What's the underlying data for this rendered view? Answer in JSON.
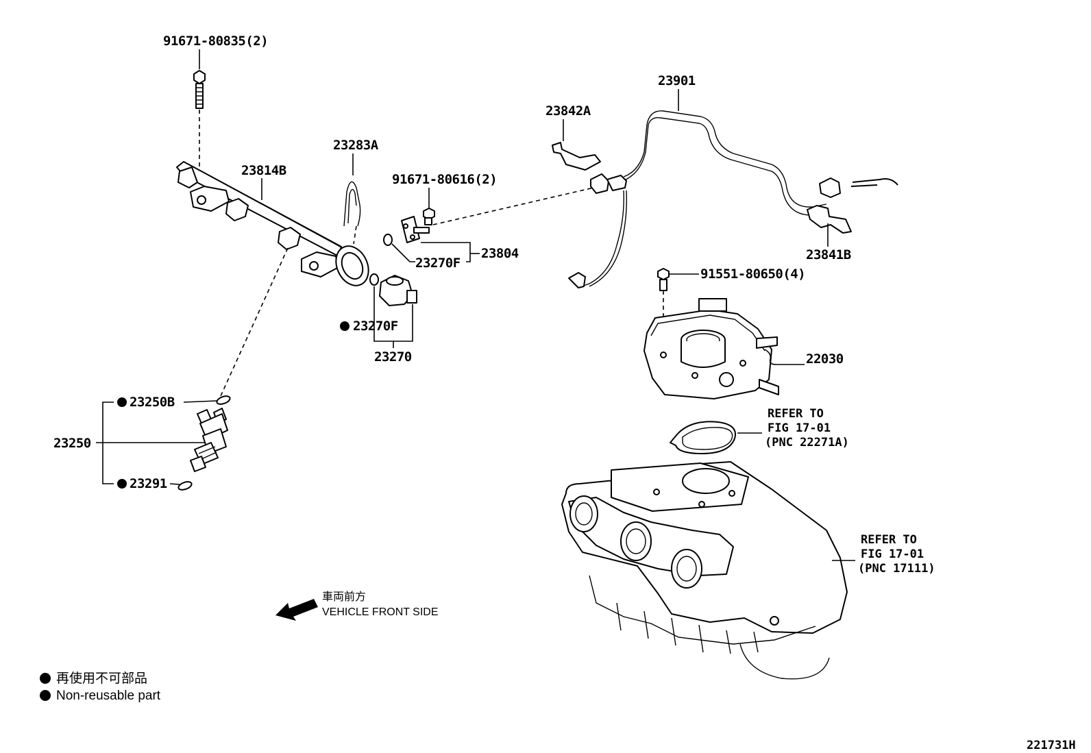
{
  "labels": {
    "bolt_top": "91671-80835(2)",
    "delivery_pipe": "23814B",
    "clip": "23283A",
    "bolt_mid": "91671-80616(2)",
    "oring_23270F_a": "23270F",
    "sensor_assy": "23804",
    "oring_23270F_b": "23270F",
    "damper_assy": "23270",
    "hose_assy": "23901",
    "clamp_a": "23842A",
    "clamp_b": "23841B",
    "bolt_throttle": "91551-80650(4)",
    "throttle_body": "22030",
    "injector_oring": "23250B",
    "injector_assy": "23250",
    "injector_insulator": "23291"
  },
  "refer_gasket": {
    "line1": "REFER TO",
    "line2": "FIG 17-01",
    "line3": "(PNC 22271A)"
  },
  "refer_manifold": {
    "line1": "REFER TO",
    "line2": "FIG 17-01",
    "line3": "(PNC 17111)"
  },
  "direction": {
    "jp": "車両前方",
    "en": "VEHICLE FRONT SIDE"
  },
  "legend": {
    "jp": "再使用不可部品",
    "en": "Non-reusable part"
  },
  "figure_id": "221731H"
}
